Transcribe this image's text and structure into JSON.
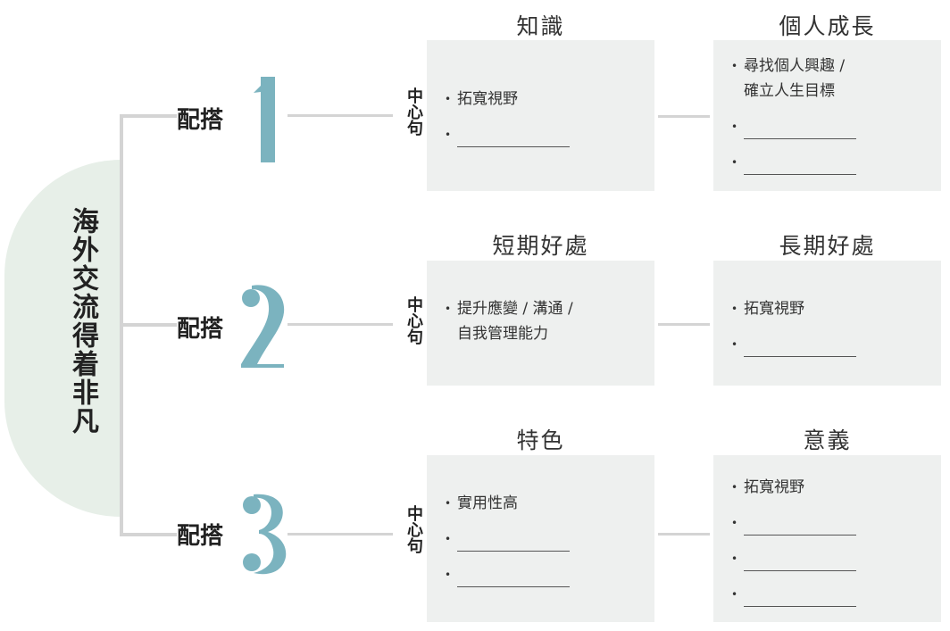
{
  "main_title": "海外交流得着非凡",
  "accent_color": "#7bb3bf",
  "pairs": [
    {
      "label": "配搭",
      "number": "1",
      "center": "中心句",
      "left": {
        "title": "知識",
        "items": [
          "拓寬視野",
          ""
        ]
      },
      "right": {
        "title": "個人成長",
        "items": [
          "尋找個人興趣 /\n確立人生目標",
          "",
          ""
        ]
      }
    },
    {
      "label": "配搭",
      "number": "2",
      "center": "中心句",
      "left": {
        "title": "短期好處",
        "items": [
          "提升應變 / 溝通 /\n自我管理能力"
        ]
      },
      "right": {
        "title": "長期好處",
        "items": [
          "拓寬視野",
          ""
        ]
      }
    },
    {
      "label": "配搭",
      "number": "3",
      "center": "中心句",
      "left": {
        "title": "特色",
        "items": [
          "實用性高",
          "",
          ""
        ]
      },
      "right": {
        "title": "意義",
        "items": [
          "拓寬視野",
          "",
          "",
          ""
        ]
      }
    }
  ]
}
